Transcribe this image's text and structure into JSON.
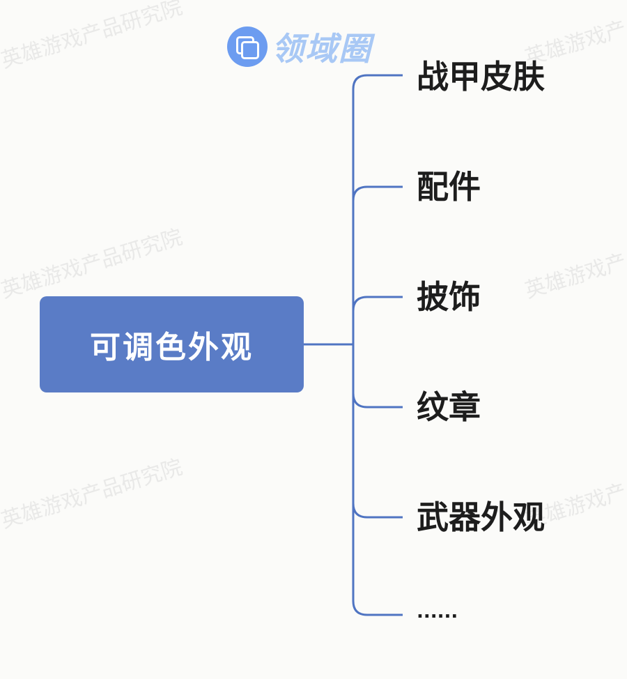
{
  "watermark": "英雄游戏产品研究院",
  "logo": {
    "text": "领域圈",
    "color": "#a8c8f5",
    "icon": "overlapping-squares-icon"
  },
  "root": {
    "label": "可调色外观",
    "color": "#5a7cc6"
  },
  "connector_color": "#4f74c2",
  "branches": [
    {
      "label": "战甲皮肤"
    },
    {
      "label": "配件"
    },
    {
      "label": "披饰"
    },
    {
      "label": "纹章"
    },
    {
      "label": "武器外观"
    },
    {
      "label": "......"
    }
  ]
}
